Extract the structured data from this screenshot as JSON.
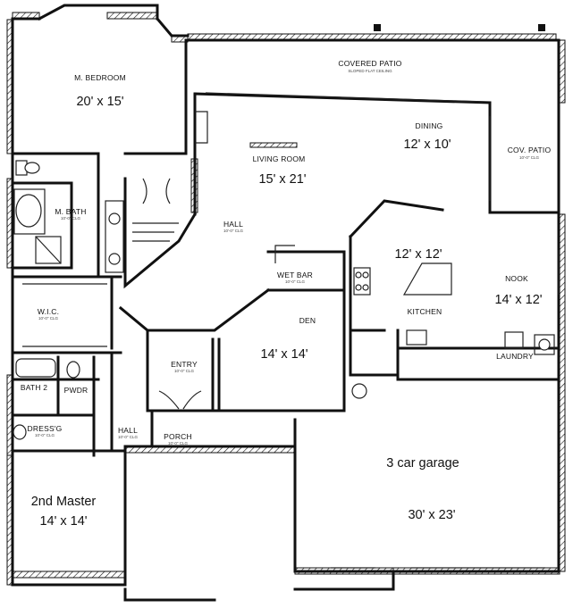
{
  "rooms": {
    "master_bedroom": {
      "name": "M. BEDROOM",
      "dim": "20' x 15'"
    },
    "covered_patio": {
      "name": "COVERED PATIO",
      "note": "SLOPED FLAT CEILING"
    },
    "dining": {
      "name": "DINING",
      "dim": "12' x 10'"
    },
    "cov_patio": {
      "name": "COV. PATIO",
      "ceiling": "10'-0\" CLG"
    },
    "living_room": {
      "name": "LIVING ROOM",
      "dim": "15' x 21'"
    },
    "hall_main": {
      "name": "HALL",
      "ceiling": "10'-0\" CLG"
    },
    "master_bath": {
      "name": "M. BATH",
      "ceiling": "10'-0\" CLG"
    },
    "wet_bar": {
      "name": "WET BAR",
      "ceiling": "10'-0\" CLG"
    },
    "kitchen": {
      "name": "KITCHEN",
      "dim": "12' x 12'"
    },
    "nook": {
      "name": "NOOK",
      "dim": "14' x 12'"
    },
    "wic": {
      "name": "W.I.C.",
      "ceiling": "10'-0\" CLG"
    },
    "den": {
      "name": "DEN",
      "dim": "14' x 14'"
    },
    "entry": {
      "name": "ENTRY",
      "ceiling": "10'-0\" CLG"
    },
    "laundry": {
      "name": "LAUNDRY"
    },
    "bath2": {
      "name": "BATH 2"
    },
    "powder": {
      "name": "PWDR"
    },
    "dressing": {
      "name": "DRESS'G",
      "ceiling": "10'-0\" CLG"
    },
    "hall_side": {
      "name": "HALL",
      "ceiling": "10'-0\" CLG"
    },
    "porch": {
      "name": "PORCH",
      "ceiling": "10'-0\" CLG"
    },
    "garage": {
      "name": "3 car garage",
      "dim": "30' x 23'"
    },
    "second_master": {
      "name": "2nd Master",
      "dim": "14' x 14'"
    }
  }
}
